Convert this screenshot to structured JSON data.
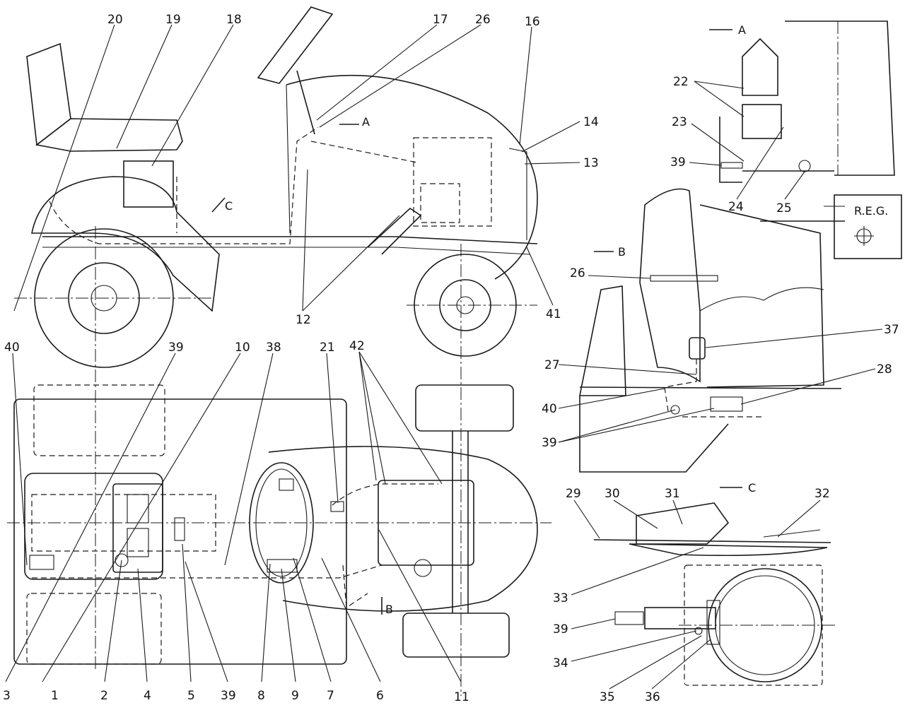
{
  "callouts": [
    {
      "id": "20",
      "text": "20",
      "pos": "top"
    },
    {
      "id": "19",
      "text": "19",
      "pos": "top"
    },
    {
      "id": "18",
      "text": "18",
      "pos": "top"
    },
    {
      "id": "17",
      "text": "17",
      "pos": "top"
    },
    {
      "id": "26a",
      "text": "26",
      "pos": "top"
    },
    {
      "id": "16",
      "text": "16",
      "pos": "top"
    },
    {
      "id": "14",
      "text": "14",
      "pos": "right"
    },
    {
      "id": "13",
      "text": "13",
      "pos": "right"
    },
    {
      "id": "12",
      "text": "12",
      "pos": "mid"
    },
    {
      "id": "41",
      "text": "41",
      "pos": "mid"
    },
    {
      "id": "40a",
      "text": "40",
      "pos": "left"
    },
    {
      "id": "39a",
      "text": "39",
      "pos": "mid"
    },
    {
      "id": "10",
      "text": "10",
      "pos": "mid"
    },
    {
      "id": "38",
      "text": "38",
      "pos": "mid"
    },
    {
      "id": "21",
      "text": "21",
      "pos": "mid"
    },
    {
      "id": "42",
      "text": "42",
      "pos": "mid"
    },
    {
      "id": "3",
      "text": "3",
      "pos": "bottom"
    },
    {
      "id": "1",
      "text": "1",
      "pos": "bottom"
    },
    {
      "id": "2",
      "text": "2",
      "pos": "bottom"
    },
    {
      "id": "4",
      "text": "4",
      "pos": "bottom"
    },
    {
      "id": "5",
      "text": "5",
      "pos": "bottom"
    },
    {
      "id": "39b",
      "text": "39",
      "pos": "bottom"
    },
    {
      "id": "8",
      "text": "8",
      "pos": "bottom"
    },
    {
      "id": "9",
      "text": "9",
      "pos": "bottom"
    },
    {
      "id": "7",
      "text": "7",
      "pos": "bottom"
    },
    {
      "id": "6",
      "text": "6",
      "pos": "bottom"
    },
    {
      "id": "11",
      "text": "11",
      "pos": "bottom"
    },
    {
      "id": "22",
      "text": "22",
      "pos": "right"
    },
    {
      "id": "23",
      "text": "23",
      "pos": "right"
    },
    {
      "id": "39c",
      "text": "39",
      "pos": "right"
    },
    {
      "id": "24",
      "text": "24",
      "pos": "right"
    },
    {
      "id": "25",
      "text": "25",
      "pos": "right"
    },
    {
      "id": "26b",
      "text": "26",
      "pos": "right"
    },
    {
      "id": "37",
      "text": "37",
      "pos": "right"
    },
    {
      "id": "27",
      "text": "27",
      "pos": "right"
    },
    {
      "id": "28",
      "text": "28",
      "pos": "right"
    },
    {
      "id": "40b",
      "text": "40",
      "pos": "right"
    },
    {
      "id": "39d",
      "text": "39",
      "pos": "right"
    },
    {
      "id": "29",
      "text": "29",
      "pos": "right"
    },
    {
      "id": "30",
      "text": "30",
      "pos": "right"
    },
    {
      "id": "31",
      "text": "31",
      "pos": "right"
    },
    {
      "id": "32",
      "text": "32",
      "pos": "right"
    },
    {
      "id": "33",
      "text": "33",
      "pos": "right"
    },
    {
      "id": "39e",
      "text": "39",
      "pos": "right"
    },
    {
      "id": "34",
      "text": "34",
      "pos": "right"
    },
    {
      "id": "35",
      "text": "35",
      "pos": "right"
    },
    {
      "id": "36",
      "text": "36",
      "pos": "right"
    }
  ],
  "view_labels": {
    "a_main": "A",
    "c_main": "C",
    "b_main": "B",
    "a_detail": "A",
    "b_detail": "B",
    "c_detail": "C",
    "reg": "R.E.G."
  }
}
